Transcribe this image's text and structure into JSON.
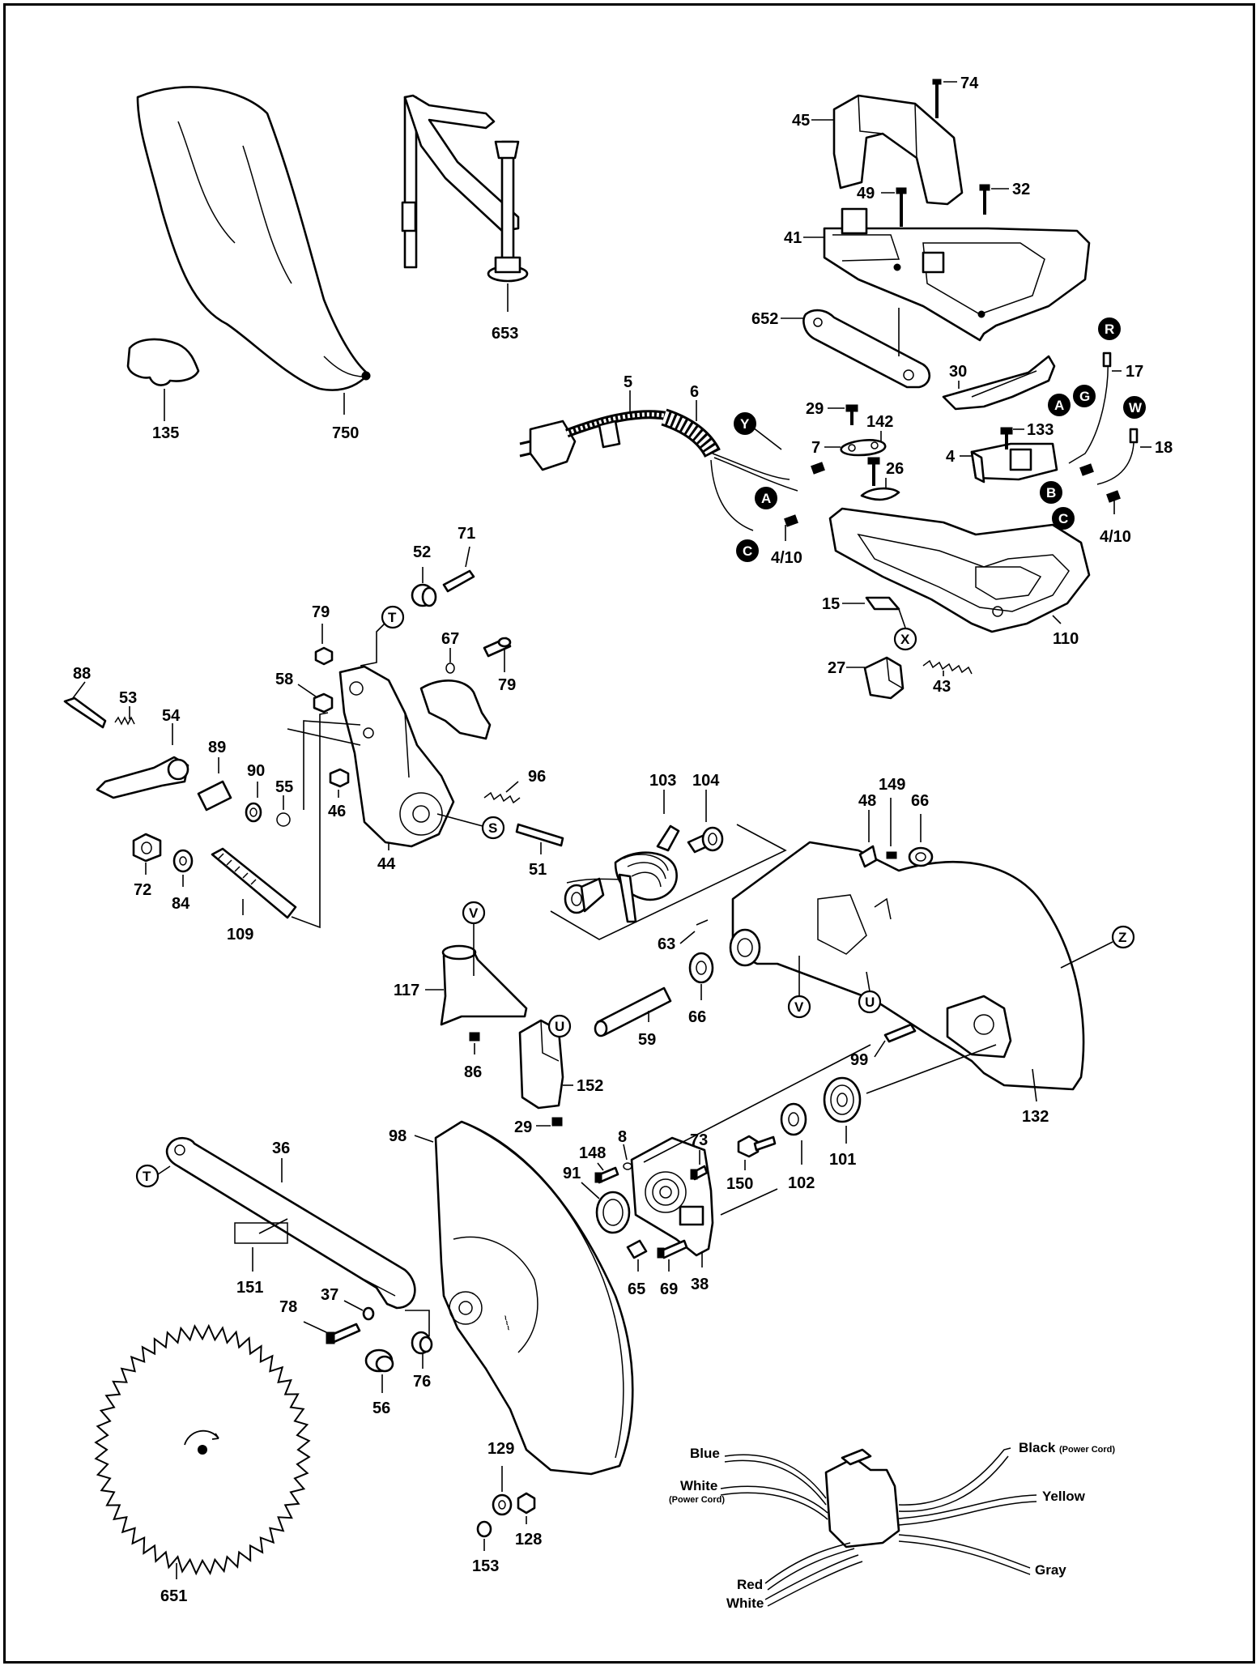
{
  "part_labels": {
    "p74": "74",
    "p45": "45",
    "p49": "49",
    "p32": "32",
    "p41": "41",
    "p652": "652",
    "p30": "30",
    "p17": "17",
    "p18": "18",
    "p5": "5",
    "p6": "6",
    "p29a": "29",
    "p142": "142",
    "p7": "7",
    "p26": "26",
    "p133": "133",
    "p4": "4",
    "p4_10a": "4/10",
    "p4_10b": "4/10",
    "p15": "15",
    "p110": "110",
    "p27": "27",
    "p43": "43",
    "p135": "135",
    "p750": "750",
    "p653": "653",
    "p71": "71",
    "p52": "52",
    "p79a": "79",
    "p67": "67",
    "p79b": "79",
    "p88": "88",
    "p53": "53",
    "p54": "54",
    "p58": "58",
    "p89": "89",
    "p90": "90",
    "p55": "55",
    "p46": "46",
    "p96": "96",
    "p44": "44",
    "p51": "51",
    "p72": "72",
    "p84": "84",
    "p109": "109",
    "p103": "103",
    "p104": "104",
    "p48": "48",
    "p149": "149",
    "p66a": "66",
    "p63": "63",
    "p66b": "66",
    "p59": "59",
    "p117": "117",
    "p86": "86",
    "p152": "152",
    "p29b": "29",
    "p99": "99",
    "p132": "132",
    "p36": "36",
    "p98": "98",
    "p8": "8",
    "p73": "73",
    "p148": "148",
    "p91": "91",
    "p150": "150",
    "p102": "102",
    "p101": "101",
    "p151": "151",
    "p65": "65",
    "p69": "69",
    "p38": "38",
    "p37": "37",
    "p78": "78",
    "p76": "76",
    "p56": "56",
    "p129": "129",
    "p128": "128",
    "p153": "153",
    "p651": "651"
  },
  "callouts": {
    "R": "R",
    "A1": "A",
    "G": "G",
    "W": "W",
    "B": "B",
    "C1": "C",
    "Y": "Y",
    "A2": "A",
    "C2": "C",
    "X": "X",
    "T1": "T",
    "S": "S",
    "V1": "V",
    "U1": "U",
    "Z": "Z",
    "V2": "V",
    "U2": "U",
    "T2": "T"
  },
  "wiring": {
    "blue": "Blue",
    "white_pc": "White",
    "white_pc_note": "(Power Cord)",
    "black_pc": "Black",
    "black_pc_note": "(Power Cord)",
    "yellow": "Yellow",
    "gray": "Gray",
    "red": "Red",
    "white": "White"
  },
  "icons": [
    "exploded-view-diagram",
    "saw-blade-icon",
    "dust-bag-icon",
    "clamp-icon",
    "handle-icon",
    "power-cord-icon",
    "blade-guard-icon",
    "wiring-diagram-icon"
  ]
}
